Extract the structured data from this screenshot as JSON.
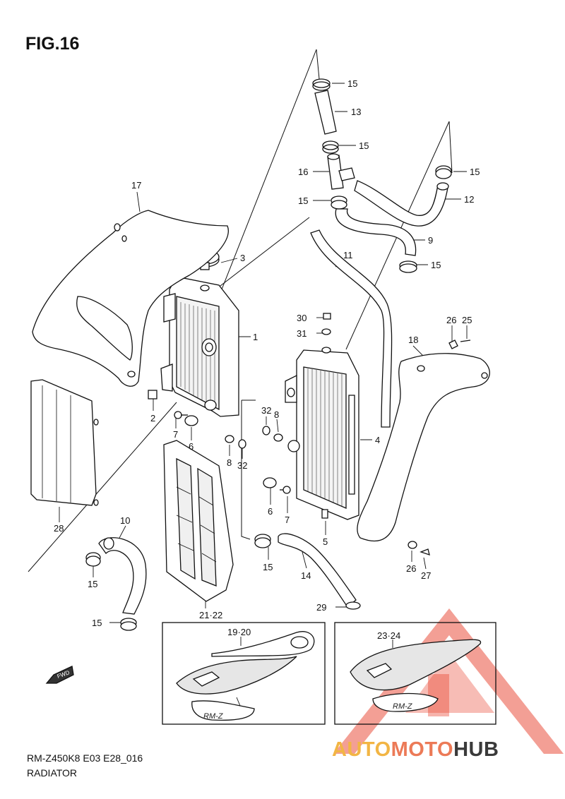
{
  "figure": {
    "title": "FIG.16",
    "code": "RM-Z450K8 E03 E28_016",
    "name": "RADIATOR"
  },
  "watermark": {
    "parts": [
      "AUTO",
      "MOTO",
      "HUB"
    ],
    "colors": [
      "#f2b544",
      "#ec7a57",
      "#3a3a3a"
    ]
  },
  "fwd_arrow_label": "FWD",
  "decal_texts": [
    "RM-Z",
    "RM-Z"
  ],
  "callouts": [
    "15",
    "13",
    "15",
    "16",
    "15",
    "15",
    "12",
    "9",
    "15",
    "17",
    "3",
    "11",
    "1",
    "30",
    "31",
    "26",
    "25",
    "18",
    "2",
    "7",
    "6",
    "32",
    "8",
    "8",
    "32",
    "4",
    "28",
    "6",
    "7",
    "10",
    "5",
    "15",
    "14",
    "26",
    "27",
    "15",
    "15",
    "29",
    "21·22",
    "19·20",
    "23·24"
  ],
  "colors": {
    "line": "#111111",
    "fill": "#ffffff",
    "watermark_red": "#e8402c"
  }
}
